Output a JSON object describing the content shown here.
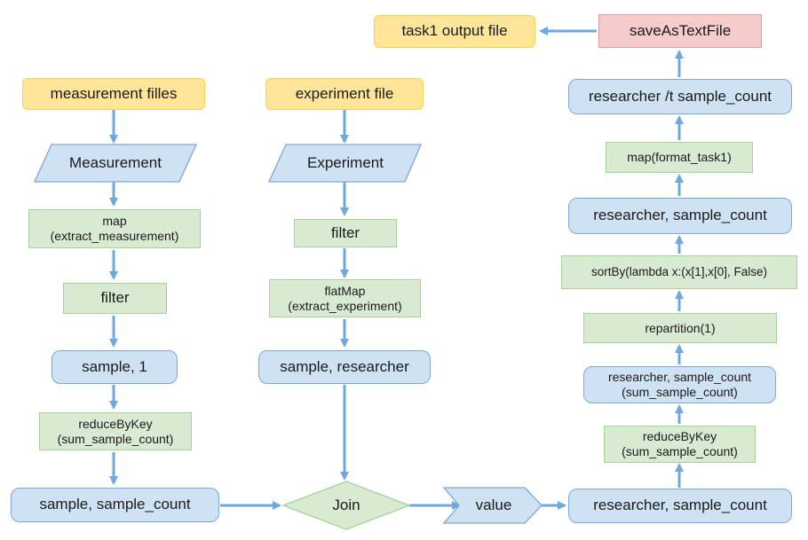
{
  "nodes": {
    "task1_output_file": "task1 output file",
    "save_as_text_file": "saveAsTextFile",
    "measurement_files": "measurement filles",
    "experiment_file": "experiment file",
    "measurement": "Measurement",
    "experiment": "Experiment",
    "map_extract_measurement": [
      "map",
      "(extract_measurement)"
    ],
    "filter_measurement": "filter",
    "filter_experiment": "filter",
    "flatmap_extract_experiment": [
      "flatMap",
      "(extract_experiment)"
    ],
    "sample_1": "sample, 1",
    "sample_researcher": "sample, researcher",
    "reduce_by_key_left": [
      "reduceByKey",
      "(sum_sample_count)"
    ],
    "sample_sample_count": "sample, sample_count",
    "join": "Join",
    "value": "value",
    "researcher_sample_count_bottom": "researcher, sample_count",
    "reduce_by_key_right": [
      "reduceByKey",
      "(sum_sample_count)"
    ],
    "researcher_sample_count_sum": [
      "researcher, sample_count",
      "(sum_sample_count)"
    ],
    "repartition": "repartition(1)",
    "sort_by": "sortBy(lambda x:(x[1],x[0], False)",
    "researcher_sample_count_mid": "researcher, sample_count",
    "map_format_task1": "map(format_task1)",
    "researcher_t_sample_count": "researcher /t sample_count"
  },
  "colors": {
    "arrow": "#6fa8dc",
    "yellow_fill": "#ffe599",
    "blue_fill": "#cfe2f3",
    "green_fill": "#d9ead3",
    "red_fill": "#f4cccc"
  }
}
